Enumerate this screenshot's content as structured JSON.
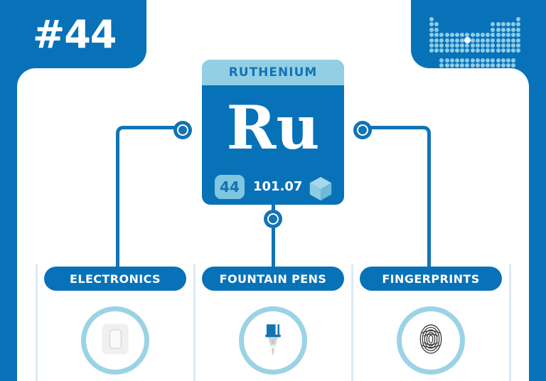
{
  "header": {
    "atomic_number_label": "#44",
    "mini_table": {
      "icon": "periodic-table-minimap",
      "highlight_position": "group 8, period 5"
    }
  },
  "element_card": {
    "name": "RUTHENIUM",
    "symbol": "Ru",
    "atomic_number": "44",
    "atomic_mass": "101.07",
    "state_icon": "cube-icon",
    "state_meaning": "solid"
  },
  "colors": {
    "brand_blue": "#0872B9",
    "line_blue": "#1273B5",
    "light_blue": "#92CFE4",
    "badge_blue": "#7FC6E0",
    "ring_blue": "#9BD3E6",
    "divider": "#DCEAF4",
    "white": "#FFFFFF"
  },
  "categories": [
    {
      "label": "ELECTRONICS",
      "icon": "light-switch-icon"
    },
    {
      "label": "FOUNTAIN PENS",
      "icon": "fountain-pen-nib-icon"
    },
    {
      "label": "FINGERPRINTS",
      "icon": "fingerprint-icon"
    }
  ]
}
